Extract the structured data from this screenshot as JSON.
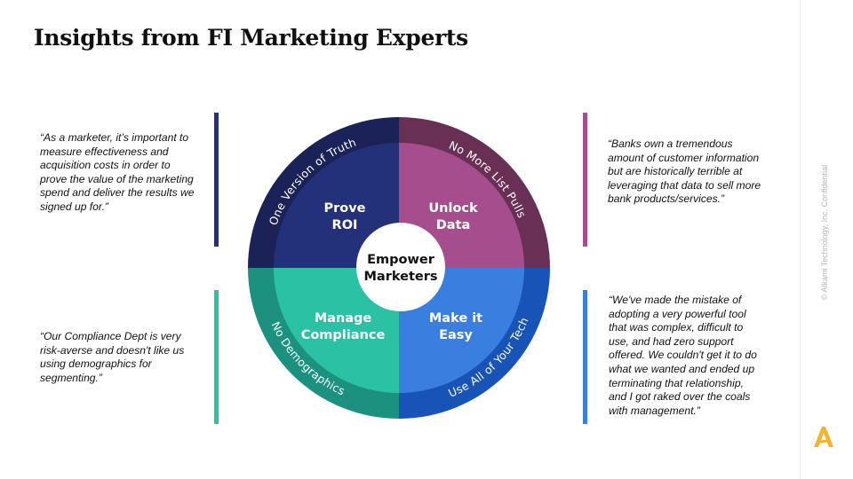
{
  "title": "Insights from FI Marketing Experts",
  "quotes": {
    "top_left": [
      "“As a marketer, it’s important to",
      "measure effectiveness and",
      "acquisition costs in order to",
      "prove the value of the marketing",
      "spend and deliver the results we",
      "signed up for.”"
    ],
    "bottom_left": [
      "“Our Compliance Dept is very",
      "risk-averse and doesn't like us",
      "using demographics for",
      "segmenting.”"
    ],
    "top_right": [
      "“Banks own a tremendous",
      "amount of customer information",
      "but are historically terrible at",
      "leveraging that data to sell more",
      "bank products/services.”"
    ],
    "bottom_right": [
      "“We've made the mistake of",
      "adopting a very powerful tool",
      "that was complex, difficult to",
      "use, and had zero support",
      "offered. We couldn't get it to do",
      "what we wanted and ended up",
      "terminating that relationship,",
      "and I got raked over the coals",
      "with management.”"
    ]
  },
  "diagram": {
    "center": [
      "Empower",
      "Marketers"
    ],
    "quadrants": {
      "top_left": {
        "inner": [
          "Prove",
          "ROI"
        ],
        "outer": "One Version of Truth"
      },
      "top_right": {
        "inner": [
          "Unlock",
          "Data"
        ],
        "outer": "No More List Pulls"
      },
      "bottom_left": {
        "inner": [
          "Manage",
          "Compliance"
        ],
        "outer": "No Demographics"
      },
      "bottom_right": {
        "inner": [
          "Make it",
          "Easy"
        ],
        "outer": "Use All of Your Tech"
      }
    }
  },
  "colors": {
    "navy": "#23317A",
    "navy_dark": "#1A2257",
    "magenta": "#A64E8D",
    "magenta_dark": "#6A2F55",
    "teal": "#2BC1A4",
    "teal_dark": "#1D917F",
    "blue": "#3A7FE0",
    "blue_dark": "#1853B8",
    "logo": "#F6B22A"
  },
  "confidential": "© Alkami Technology, Inc. Confidential",
  "logo_icon": "alkami-logo-icon"
}
